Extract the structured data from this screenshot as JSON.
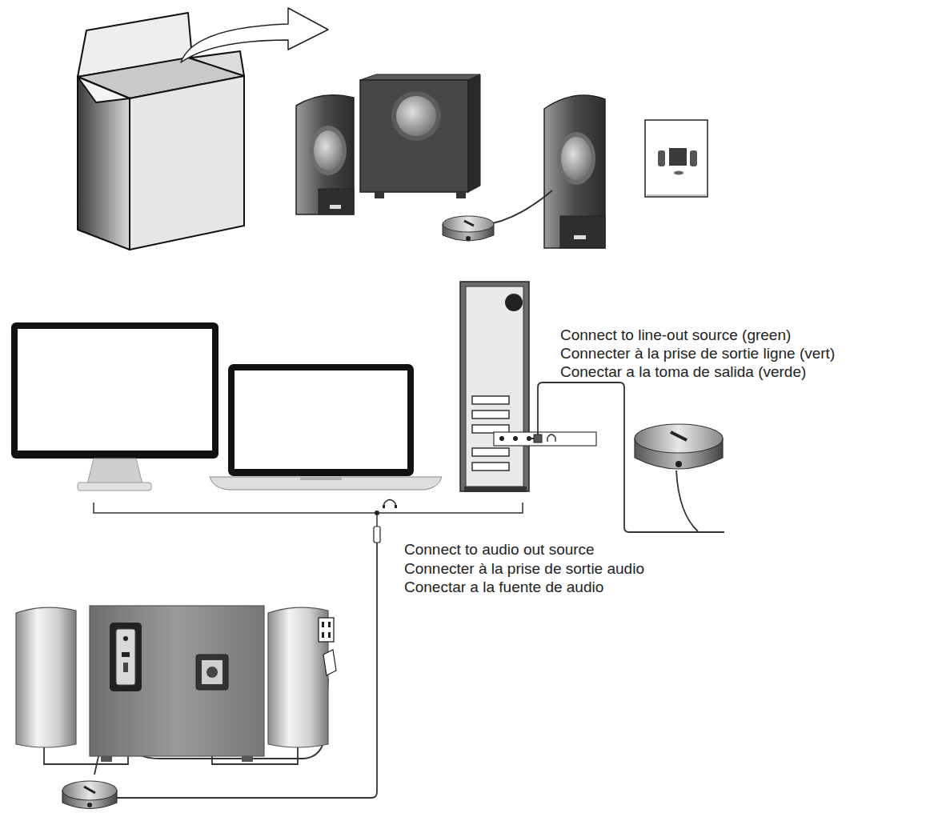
{
  "diagram": {
    "labels": [
      "Connect to line-out source (green)",
      "Connecter à la prise de sortie ligne (vert)",
      "Conectar a la toma de salida (verde)",
      "Connect to audio out source",
      "Connecter à la prise de sortie audio",
      "Conectar a la fuente de audio"
    ]
  }
}
